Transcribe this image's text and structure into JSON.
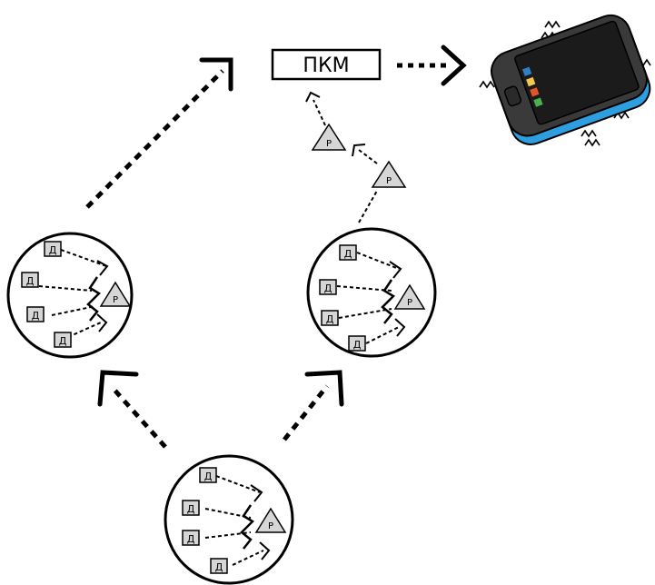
{
  "pkm": {
    "label": "ПКМ"
  },
  "sensor_label": "Д",
  "relay_label": "Р",
  "colors": {
    "line": "#000000",
    "node_fill": "#d6d6d6",
    "phone_body": "#2d9fe0",
    "phone_screen": "#1b1b1b",
    "phone_frame": "#3a3a3a",
    "app_colors": [
      "#4caf50",
      "#e0562a",
      "#f2c94c",
      "#2f80c9"
    ]
  }
}
